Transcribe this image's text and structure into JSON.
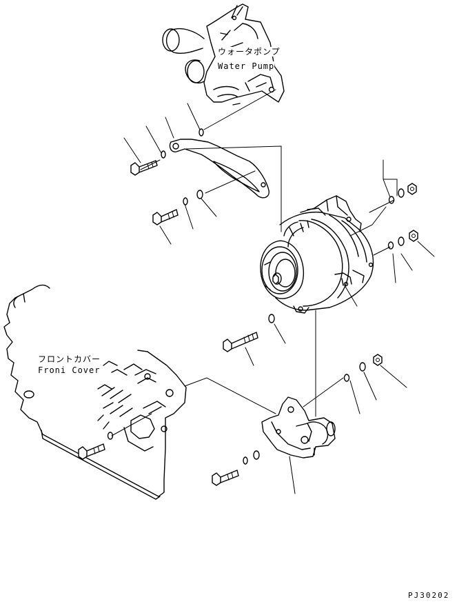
{
  "labels": {
    "water_pump_jp": "ウォータポンプ",
    "water_pump_en": "Water Pump",
    "front_cover_jp": "フロントカバー",
    "front_cover_en": "Froni Cover",
    "figure_code": "PJ30202"
  }
}
